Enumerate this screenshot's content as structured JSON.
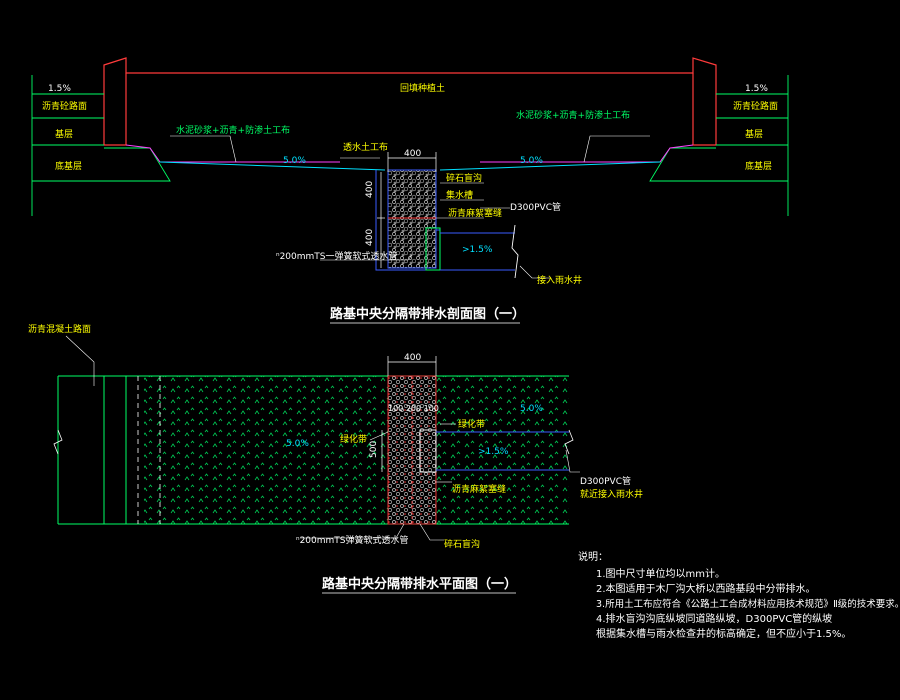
{
  "section": {
    "title": "路基中央分隔带排水剖面图（一）",
    "left_slope": "1.5%",
    "right_slope": "1.5%",
    "left_layers": [
      "沥青砼路面",
      "基层",
      "底基层"
    ],
    "right_layers": [
      "沥青砼路面",
      "基层",
      "底基层"
    ],
    "top_label": "回填种植土",
    "left_membrane": "水泥砂浆+沥青+防渗土工布",
    "right_membrane": "水泥砂浆+沥青+防渗土工布",
    "geotextile": "透水土工布",
    "width": "400",
    "slope_left": "5.0%",
    "slope_right": "5.0%",
    "gravel": "碎石盲沟",
    "collector": "集水槽",
    "seal": "沥青麻絮塞缝",
    "pvc": "D300PVC管",
    "pipe_slope": ">1.5%",
    "inlet": "接入雨水井",
    "pipe_note": "ⁿ200mmTS一弹簧软式透水管",
    "dim_a": "400",
    "dim_b": "400"
  },
  "plan": {
    "title": "路基中央分隔带排水平面图（一）",
    "road_label": "沥青混凝土路面",
    "width": "400",
    "slope_left": "5.0%",
    "slope_right": "5.0%",
    "plant_left": "绿化带",
    "plant_right": "绿化带",
    "dims": "100 200 100",
    "dim_v": "500",
    "pipe_slope": ">1.5%",
    "seal": "沥青麻絮塞缝",
    "pvc": "D300PVC管",
    "inlet": "就近接入雨水井",
    "pipe_note": "ⁿ200mmTS弹簧软式透水管",
    "gravel": "碎石盲沟"
  },
  "notes": {
    "heading": "说明：",
    "lines": [
      "1.图中尺寸单位均以mm计。",
      "2.本图适用于木厂沟大桥以西路基段中分带排水。",
      "3.所用土工布应符合《公路土工合成材料应用技术规范》Ⅱ级的技术要求。",
      "4.排水盲沟沟底纵坡同道路纵坡，D300PVC管的纵坡",
      "  根据集水槽与雨水检查井的标高确定，但不应小于1.5%。"
    ]
  },
  "colors": {
    "outline": "#ff3b3b",
    "layer": "#00ff66",
    "label": "#ffff00",
    "pipe": "#3a5bff",
    "gravel": "#c8c8c8"
  }
}
